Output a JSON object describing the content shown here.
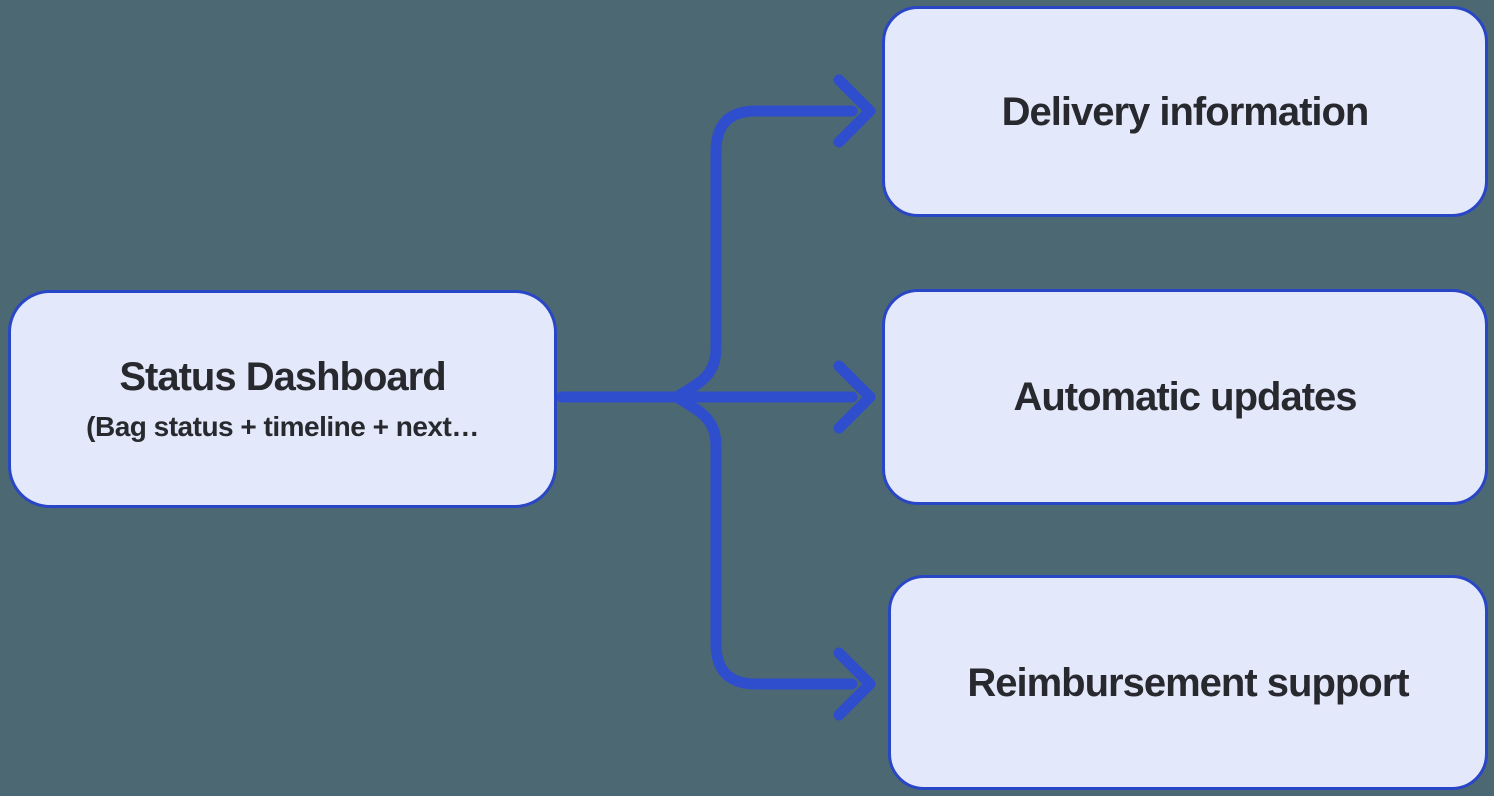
{
  "colors": {
    "bg": "#4C6872",
    "node-fill": "#E4E8FB",
    "node-border": "#2946C6",
    "connector": "#2F4ECD",
    "text": "#27292E"
  },
  "diagram": {
    "root_node": {
      "title": "Status Dashboard",
      "subtitle": "(Bag status + timeline + next…"
    },
    "child_nodes": [
      {
        "label": "Delivery information"
      },
      {
        "label": "Automatic updates"
      },
      {
        "label": "Reimbursement support"
      }
    ]
  }
}
